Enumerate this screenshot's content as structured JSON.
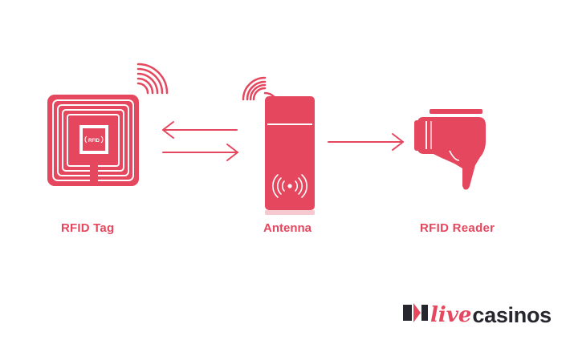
{
  "diagram": {
    "tag": {
      "label": "RFID Tag",
      "chip_text": "RFID",
      "icon": "rfid-tag-icon"
    },
    "antenna": {
      "label": "Antenna",
      "icon": "antenna-icon"
    },
    "reader": {
      "label": "RFID Reader",
      "icon": "rfid-reader-gun-icon"
    },
    "connections": [
      {
        "from": "Antenna",
        "to": "RFID Tag"
      },
      {
        "from": "RFID Tag",
        "to": "Antenna"
      },
      {
        "from": "Antenna",
        "to": "RFID Reader"
      }
    ]
  },
  "brand": {
    "live": "live",
    "casinos": "casinos",
    "icon": "livecasinos-logo-mark"
  },
  "colors": {
    "accent": "#e5475e",
    "accent_light": "#f6c9d0",
    "background": "#ffffff",
    "brand_dark": "#26262e"
  }
}
